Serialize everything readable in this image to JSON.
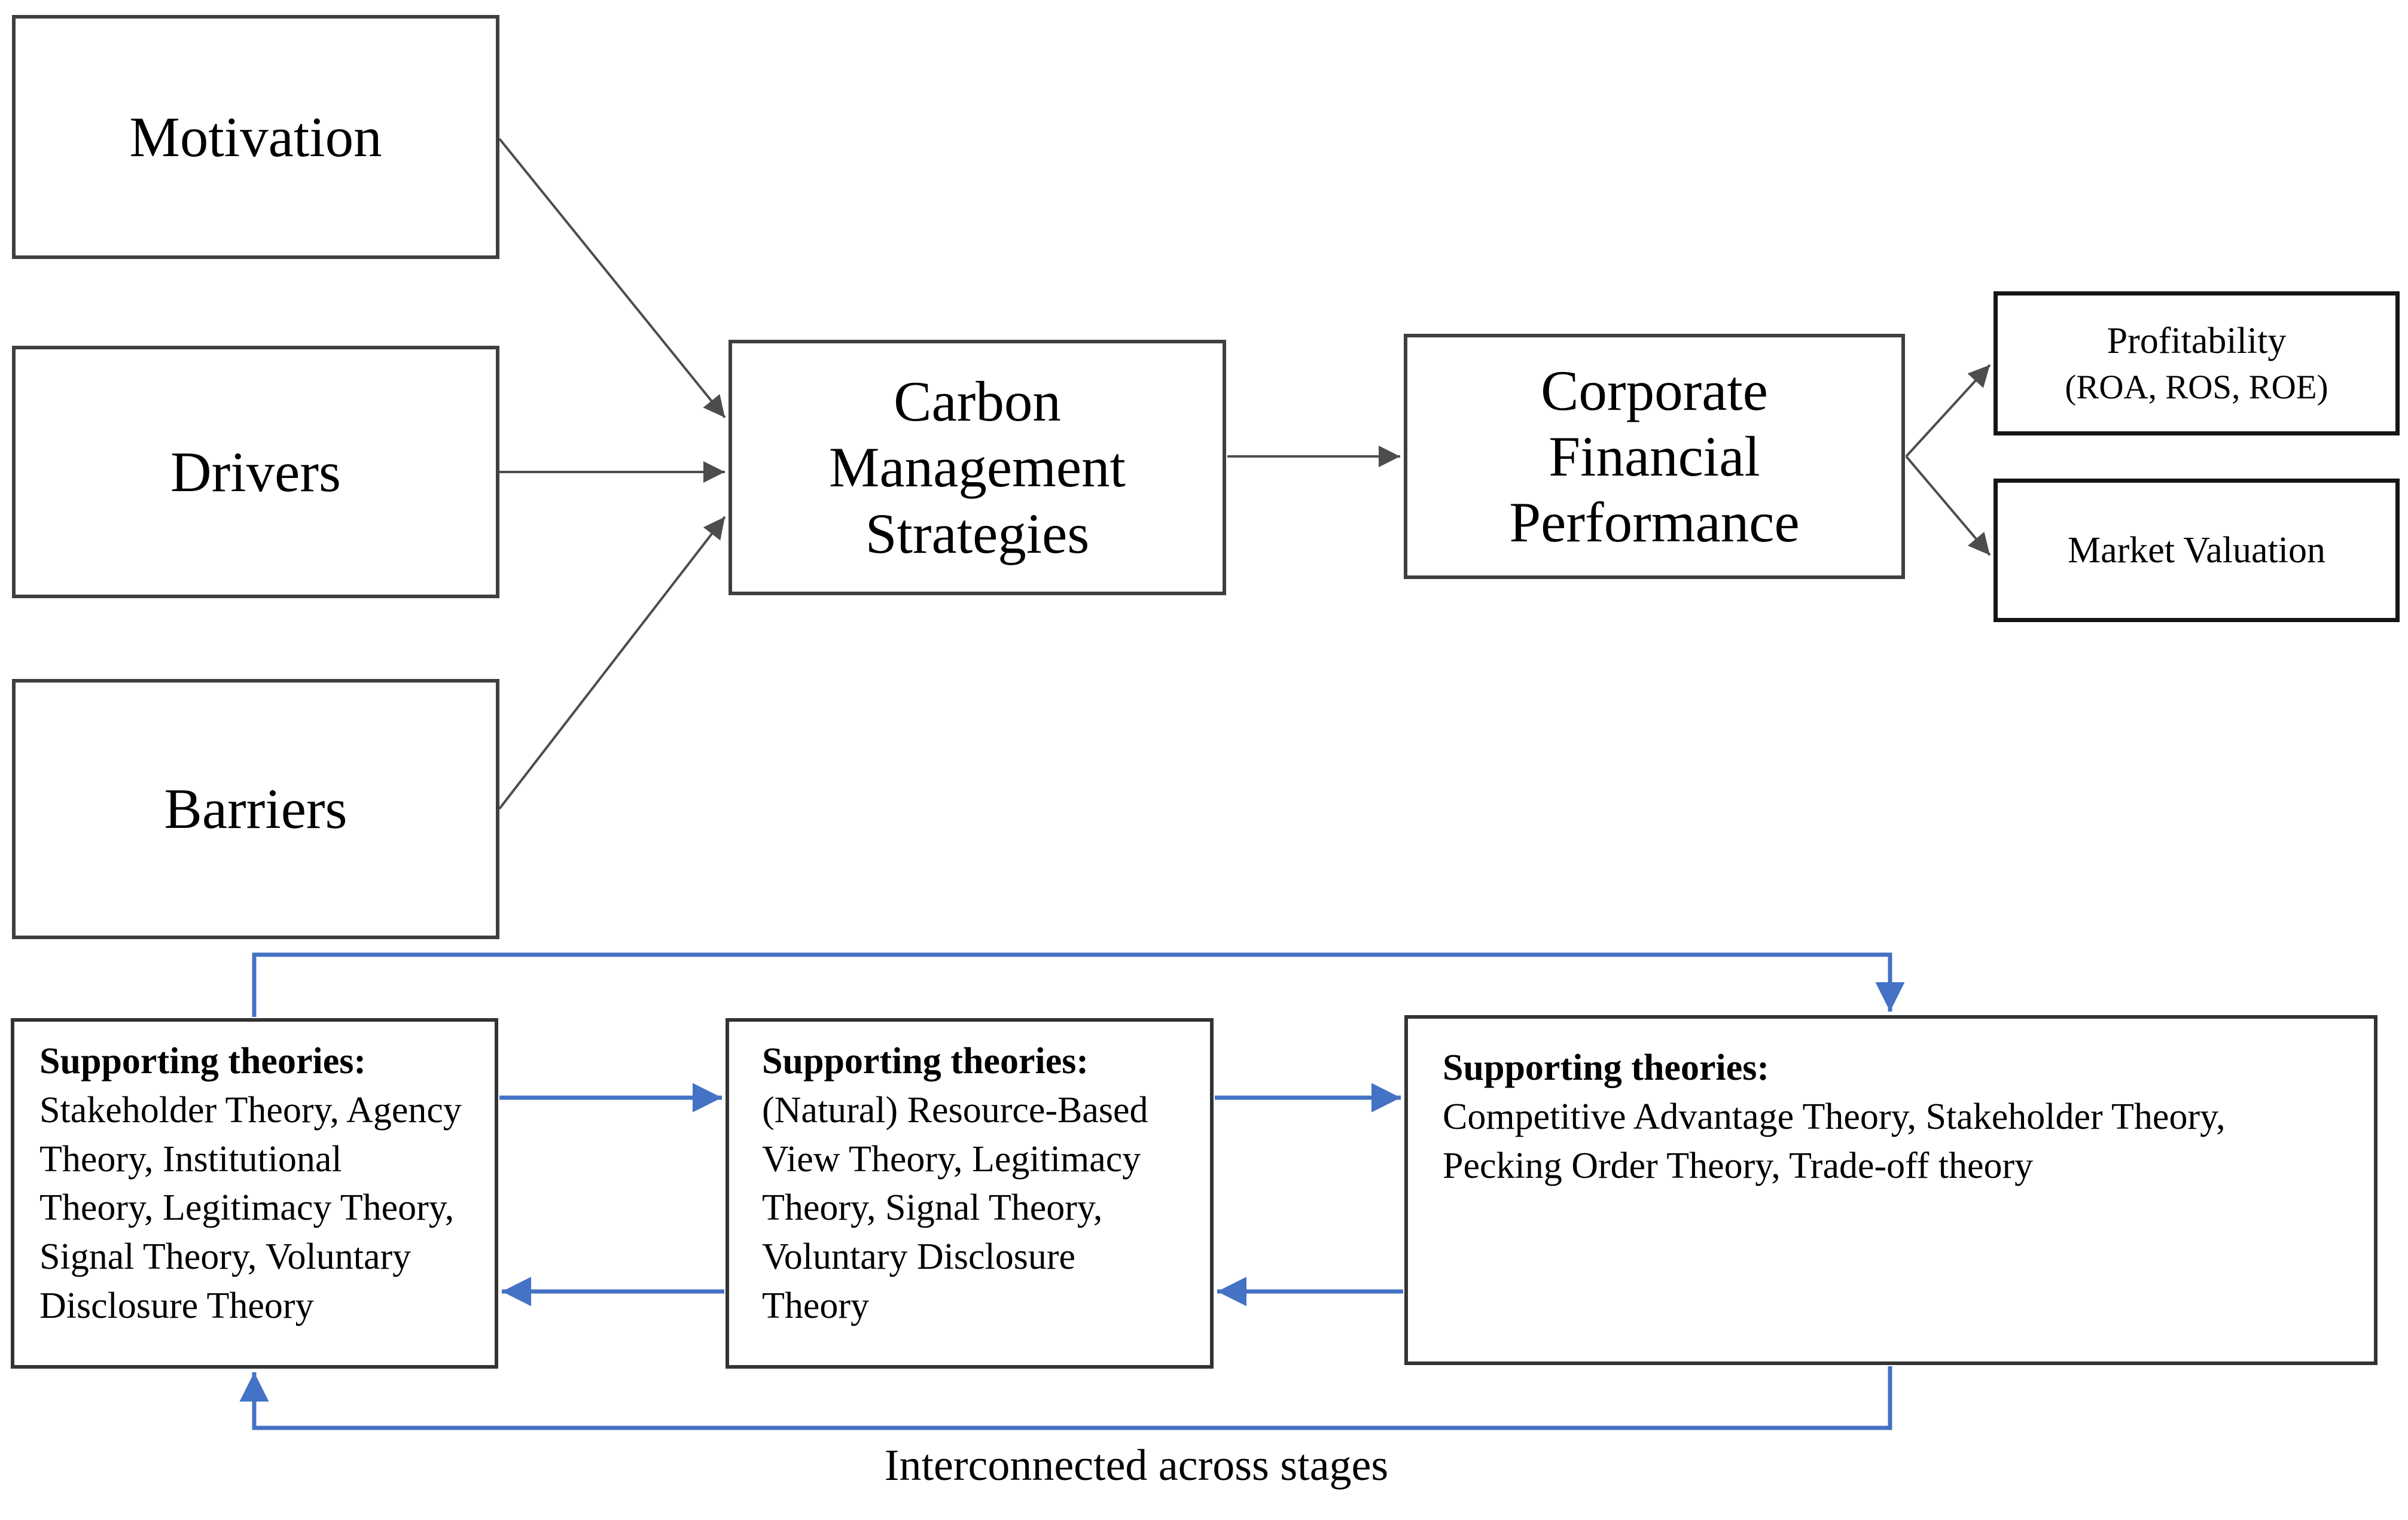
{
  "palette": {
    "background": "#ffffff",
    "box_border_gray": "#3f3f3f",
    "box_border_dark": "#151515",
    "arrow_gray": "#4d4d4d",
    "arrow_blue": "#4472c4",
    "text": "#000000"
  },
  "stage_boxes": {
    "motivation": {
      "label": "Motivation"
    },
    "drivers": {
      "label": "Drivers"
    },
    "barriers": {
      "label": "Barriers"
    },
    "carbon_management": {
      "line1": "Carbon",
      "line2": "Management",
      "line3": "Strategies"
    },
    "financial_performance": {
      "line1": "Corporate",
      "line2": "Financial",
      "line3": "Performance"
    },
    "profitability": {
      "line1": "Profitability",
      "line2": "(ROA, ROS, ROE)"
    },
    "market_valuation": {
      "label": "Market Valuation"
    }
  },
  "theory_boxes": {
    "stage1": {
      "heading": "Supporting theories:",
      "body": "Stakeholder Theory, Agency Theory, Institutional Theory, Legitimacy Theory, Signal Theory, Voluntary Disclosure Theory"
    },
    "stage2": {
      "heading": "Supporting theories:",
      "body": "(Natural) Resource-Based View Theory, Legitimacy Theory, Signal Theory, Voluntary Disclosure Theory"
    },
    "stage3": {
      "heading": "Supporting theories:",
      "body": "Competitive Advantage Theory, Stakeholder Theory, Pecking Order Theory, Trade-off theory"
    }
  },
  "caption": "Interconnected across stages"
}
